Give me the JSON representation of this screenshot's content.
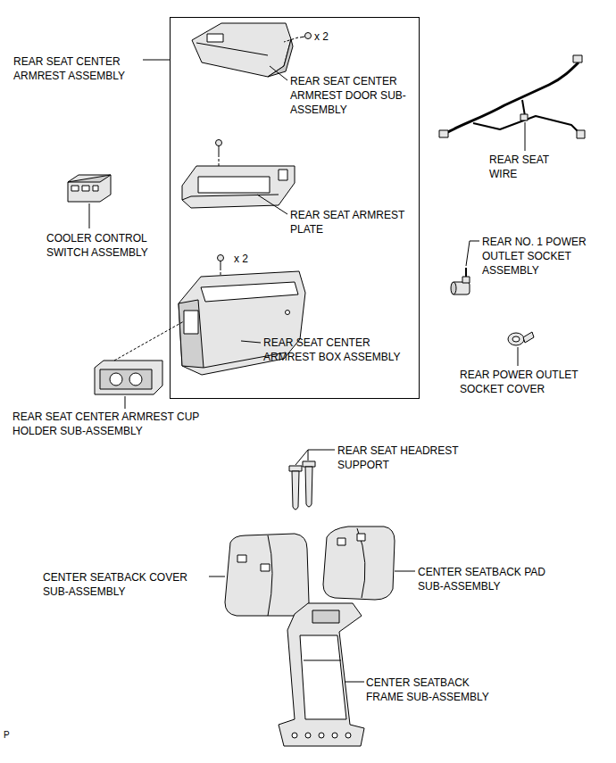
{
  "diagram": {
    "nodes": [
      {
        "text": [
          "REAR SEAT CENTER ARMREST ASSEMBLY"
        ]
      }
    ],
    "labels": [
      "x 2",
      "REAR SEAT CENTER ARMREST DOOR SUB-ASSEMBLY",
      "REAR SEAT ARMREST PLATE",
      "x 2",
      "REAR SEAT CENTER ARMREST BOX ASSEMBLY",
      "COOLER CONTROL SWITCH ASSEMBLY",
      "REAR SEAT CENTER ARMREST CUP HOLDER SUB-ASSEMBLY",
      "REAR SEAT WIRE",
      "REAR NO. 1 POWER OUTLET SOCKET ASSEMBLY",
      "REAR POWER OUTLET SOCKET COVER",
      "REAR SEAT HEADREST SUPPORT",
      "CENTER SEATBACK COVER SUB-ASSEMBLY",
      "CENTER SEATBACK PAD SUB-ASSEMBLY",
      "CENTER SEATBACK FRAME SUB-ASSEMBLY",
      "P"
    ]
  }
}
